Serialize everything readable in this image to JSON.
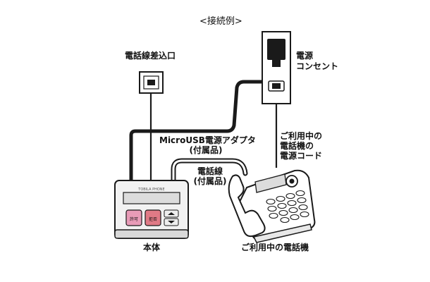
{
  "title": "<接続例>",
  "labels": {
    "phone_jack": "電話線差込口",
    "outlet_line1": "電源",
    "outlet_line2": "コンセント",
    "adapter_line1": "MicroUSB電源アダプタ",
    "adapter_line2": "(付属品)",
    "phone_line_line1": "電話線",
    "phone_line_line2": "(付属品)",
    "power_cord_line1": "ご利用中の",
    "power_cord_line2": "電話機の",
    "power_cord_line3": "電源コード",
    "main_unit": "本体",
    "telephone": "ご利用中の電話機"
  },
  "device": {
    "brand": "TOBILA PHONE",
    "btn_left": "許可",
    "btn_right": "拒否"
  },
  "colors": {
    "cable": "#1a1a1a",
    "device_body": "#f2f2f2",
    "screen": "#dcdcdc",
    "btn_allow": "#e89bb7",
    "btn_reject": "#e07a86"
  }
}
